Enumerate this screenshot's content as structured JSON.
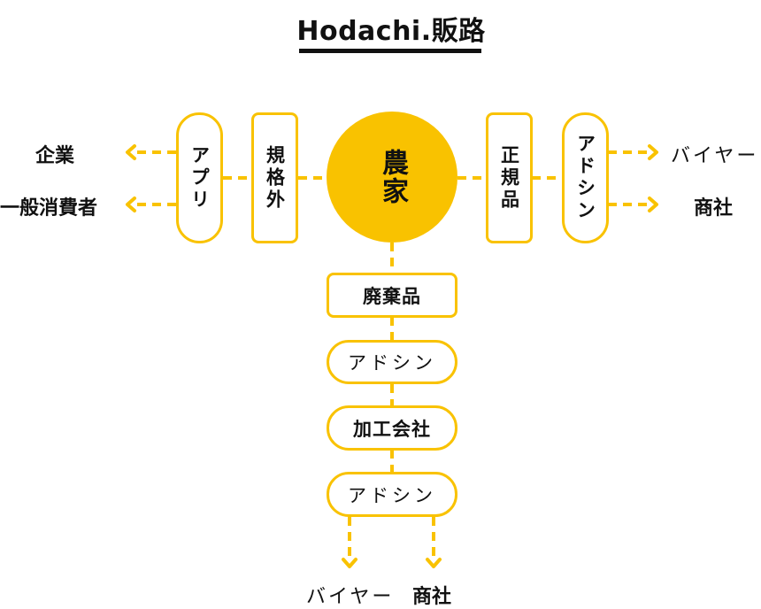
{
  "title": "Hodachi.販路",
  "colors": {
    "accent": "#F9C200",
    "text": "#111111",
    "background": "#ffffff"
  },
  "center": {
    "label": "農家"
  },
  "left": {
    "boxes": [
      {
        "label": "規格外",
        "shape": "rounded-rect"
      },
      {
        "label": "アプリ",
        "shape": "pill"
      }
    ],
    "outputs": [
      "企業",
      "一般消費者"
    ]
  },
  "right": {
    "boxes": [
      {
        "label": "正規品",
        "shape": "rounded-rect"
      },
      {
        "label": "アドシン",
        "shape": "pill"
      }
    ],
    "outputs": [
      "バイヤー",
      "商社"
    ]
  },
  "down": {
    "boxes": [
      {
        "label": "廃棄品",
        "shape": "rounded-rect"
      },
      {
        "label": "アドシン",
        "shape": "pill"
      },
      {
        "label": "加工会社",
        "shape": "pill"
      },
      {
        "label": "アドシン",
        "shape": "pill"
      }
    ],
    "outputs": [
      "バイヤー",
      "商社"
    ]
  }
}
